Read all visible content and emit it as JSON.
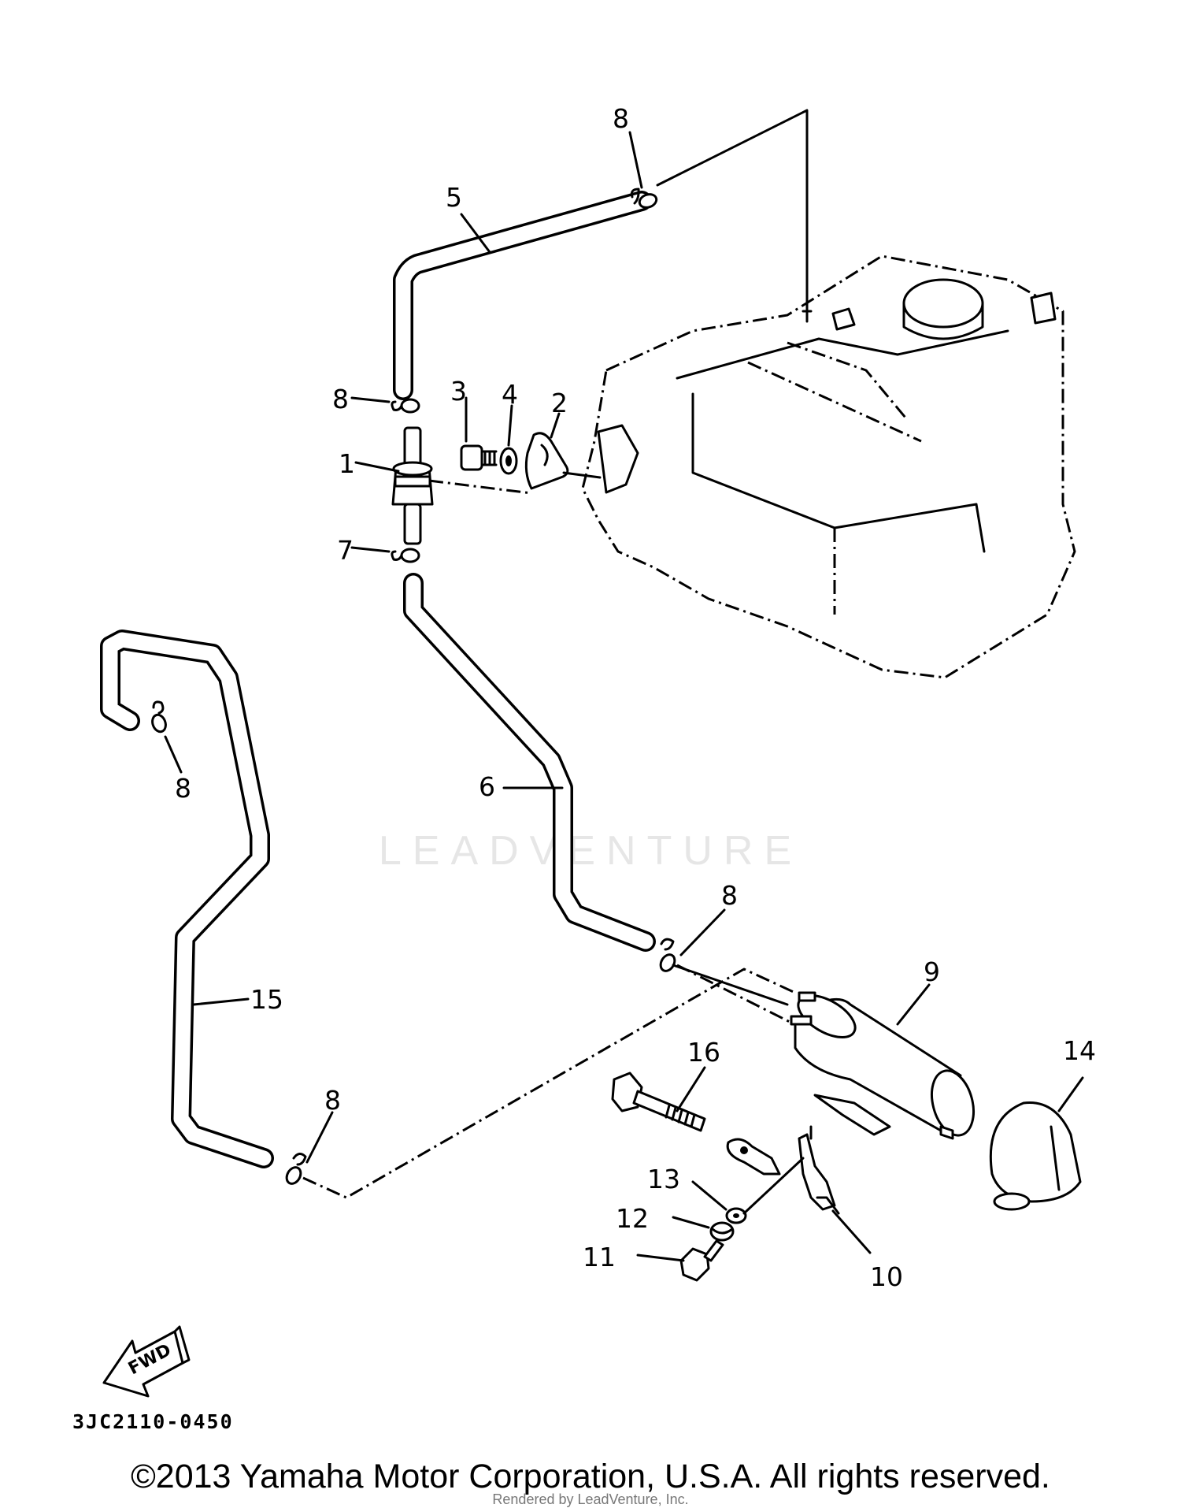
{
  "callouts": {
    "c1": "1",
    "c2": "2",
    "c3": "3",
    "c4": "4",
    "c5": "5",
    "c6": "6",
    "c7": "7",
    "c8a": "8",
    "c8b": "8",
    "c8c": "8",
    "c8d": "8",
    "c8e": "8",
    "c9": "9",
    "c10": "10",
    "c11": "11",
    "c12": "12",
    "c13": "13",
    "c14": "14",
    "c15": "15",
    "c16": "16"
  },
  "fwd_label": "FWD",
  "part_code": "3JC2110-0450",
  "copyright": "©2013 Yamaha Motor Corporation, U.S.A. All rights reserved.",
  "rendered_by": "Rendered by LeadVenture, Inc.",
  "watermark": "LEADVENTURE"
}
